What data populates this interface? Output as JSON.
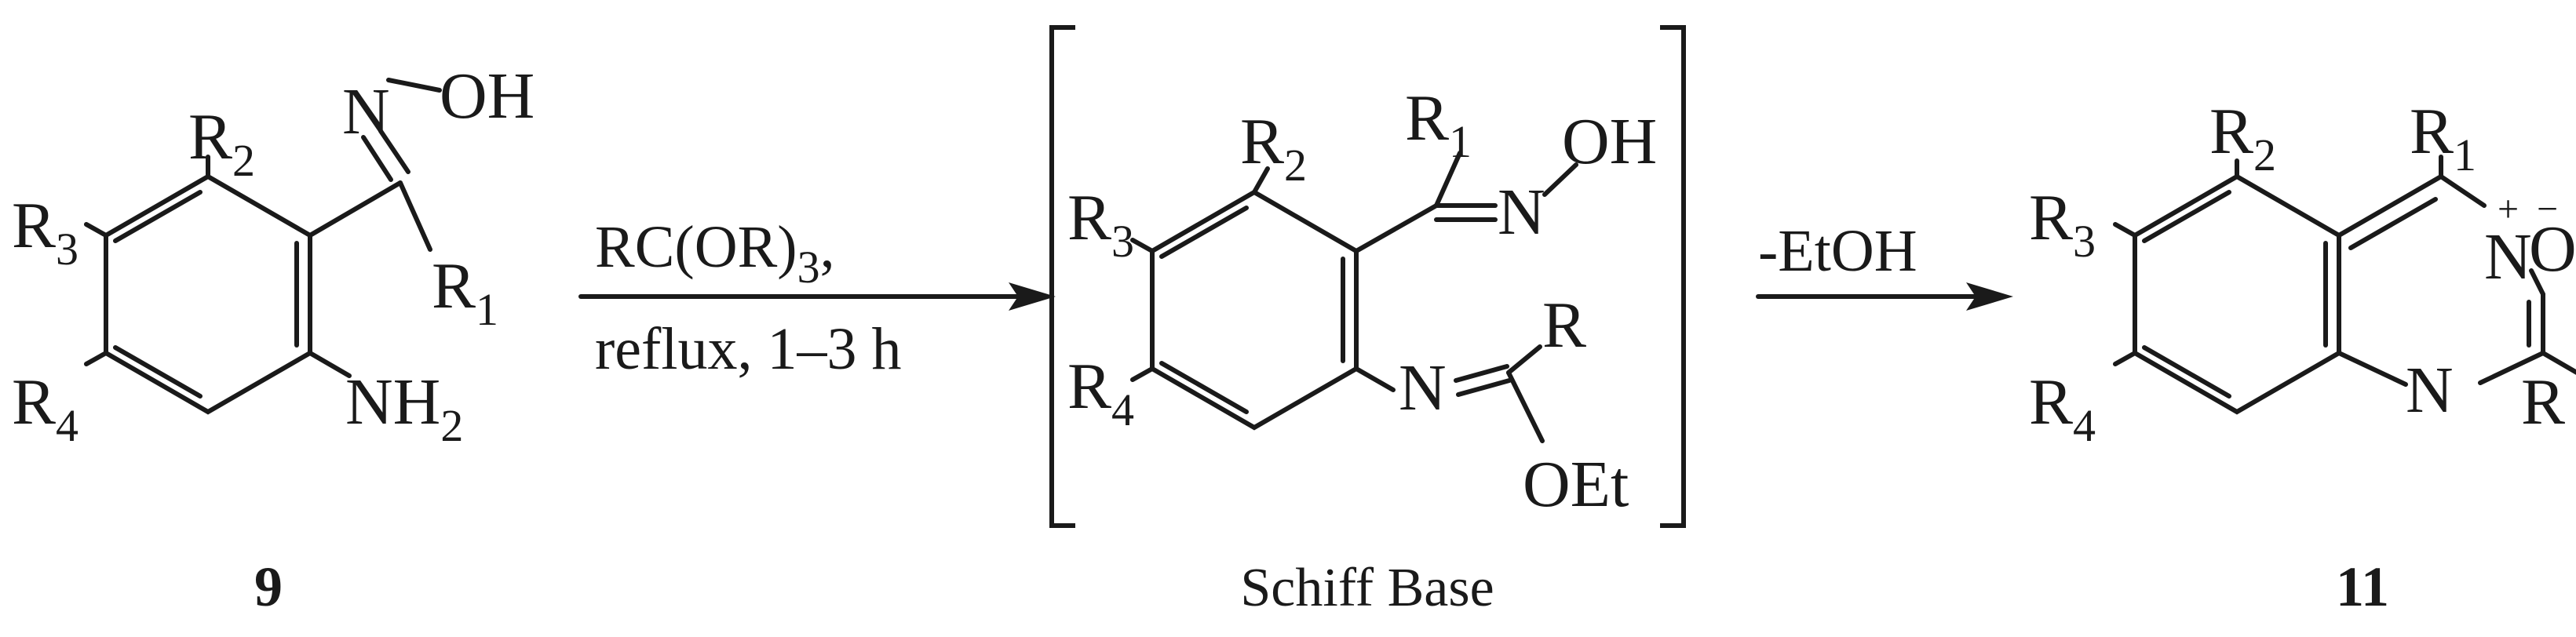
{
  "compounds": {
    "start": {
      "label": "9",
      "atoms": {
        "oh": "OH",
        "n": "N",
        "r2": "R",
        "r2_sub": "2",
        "r3": "R",
        "r3_sub": "3",
        "r1": "R",
        "r1_sub": "1",
        "r4": "R",
        "r4_sub": "4",
        "nh2": "NH",
        "nh2_sub": "2"
      }
    },
    "intermediate": {
      "label": "Schiff Base",
      "atoms": {
        "r2": "R",
        "r2_sub": "2",
        "r1": "R",
        "r1_sub": "1",
        "oh": "OH",
        "n_oxime": "N",
        "r3": "R",
        "r3_sub": "3",
        "r": "R",
        "r4": "R",
        "r4_sub": "4",
        "n_imine": "N",
        "oet": "OEt"
      }
    },
    "product": {
      "label": "11",
      "atoms": {
        "r2": "R",
        "r2_sub": "2",
        "r1": "R",
        "r1_sub": "1",
        "r3": "R",
        "r3_sub": "3",
        "n_oxide": "N",
        "plus": "+",
        "o": "O",
        "minus": "−",
        "r4": "R",
        "r4_sub": "4",
        "n_ring": "N",
        "r": "R"
      }
    }
  },
  "steps": [
    {
      "reagent": "RC(OR)",
      "reagent_sub": "3",
      "reagent_tail": ",",
      "condition": "reflux, 1–3 h"
    },
    {
      "reagent": "-EtOH"
    }
  ]
}
